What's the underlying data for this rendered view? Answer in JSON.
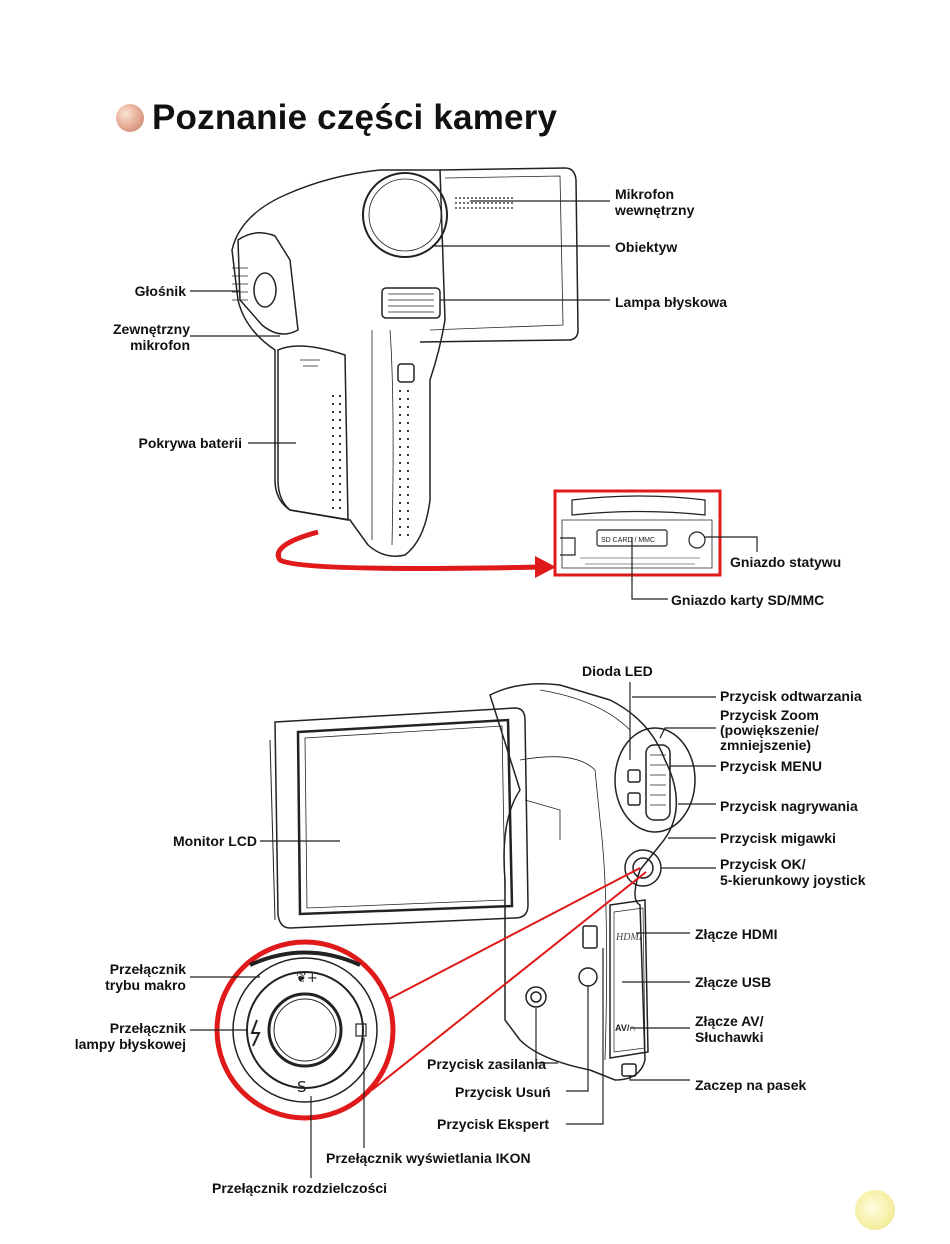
{
  "page": {
    "title": "Poznanie części kamery"
  },
  "top_diagram": {
    "labels": {
      "mic_internal": "Mikrofon\nwewnętrzny",
      "lens": "Obiektyw",
      "flash_lamp": "Lampa błyskowa",
      "speaker": "Głośnik",
      "mic_external": "Zewnętrzny\nmikrofon",
      "battery_cover": "Pokrywa baterii",
      "tripod_socket": "Gniazdo statywu",
      "sd_slot": "Gniazdo karty SD/MMC"
    },
    "inset_text": "SD CARD / MMC"
  },
  "bottom_diagram": {
    "labels": {
      "led": "Dioda LED",
      "playback": "Przycisk odtwarzania",
      "zoom": "Przycisk Zoom\n(powiększenie/\nzmniejszenie)",
      "menu": "Przycisk MENU",
      "record": "Przycisk nagrywania",
      "shutter": "Przycisk migawki",
      "ok": "Przycisk OK/\n5-kierunkowy joystick",
      "lcd": "Monitor LCD",
      "hdmi": "Złącze HDMI",
      "usb": "Złącze USB",
      "av": "Złącze AV/\nSłuchawki",
      "macro": "Przełącznik\ntrybu makro",
      "flash_switch": "Przełącznik\nlampy błyskowej",
      "power": "Przycisk zasilania",
      "delete": "Przycisk Usuń",
      "strap": "Zaczep na pasek",
      "expert": "Przycisk Ekspert",
      "icon_display": "Przełącznik wyświetlania IKON",
      "resolution": "Przełącznik rozdzielczości"
    },
    "port_marks": {
      "hdmi": "HDMI",
      "av": "AV/∩"
    },
    "joystick_marks": {
      "top": "❦+",
      "bottom": "S–"
    }
  }
}
